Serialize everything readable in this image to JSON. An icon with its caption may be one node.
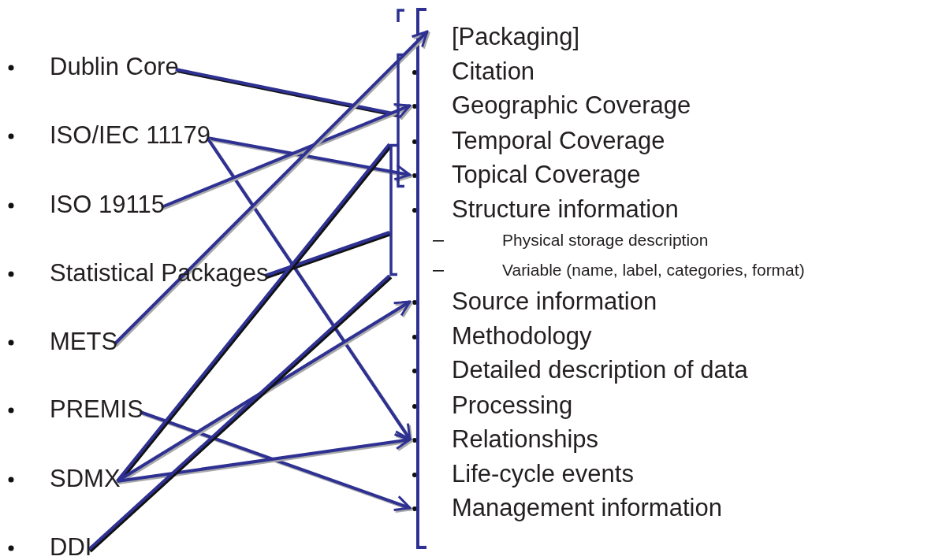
{
  "diagram": {
    "nodes": [
      {
        "text": [
          "Dublin Core"
        ]
      },
      {
        "text": [
          "ISO/IEC 11179"
        ]
      },
      {
        "text": [
          "ISO 19115"
        ]
      },
      {
        "text": [
          "Statistical Packages"
        ]
      },
      {
        "text": [
          "METS"
        ]
      },
      {
        "text": [
          "PREMIS"
        ]
      },
      {
        "text": [
          "SDMX"
        ]
      },
      {
        "text": [
          "DDI"
        ]
      },
      {
        "text": [
          "[Packaging]"
        ]
      },
      {
        "text": [
          "Citation"
        ]
      },
      {
        "text": [
          "Geographic Coverage"
        ]
      },
      {
        "text": [
          "Temporal Coverage"
        ]
      },
      {
        "text": [
          "Topical Coverage"
        ]
      },
      {
        "text": [
          "Structure information"
        ]
      },
      {
        "text": [
          "Physical storage description"
        ]
      },
      {
        "text": [
          "Variable (name, label, categories, format)"
        ]
      },
      {
        "text": [
          "Source information"
        ]
      },
      {
        "text": [
          "Methodology"
        ]
      },
      {
        "text": [
          "Detailed description of data"
        ]
      },
      {
        "text": [
          "Processing"
        ]
      },
      {
        "text": [
          "Relationships"
        ]
      },
      {
        "text": [
          "Life-cycle events"
        ]
      },
      {
        "text": [
          "Management information"
        ]
      },
      {
        "text": [],
        "shape": "bracket"
      },
      {
        "text": [],
        "shape": "bracket"
      }
    ],
    "edges": [
      {
        "from": 0,
        "to": 23,
        "arrow": "none"
      },
      {
        "from": 1,
        "to": 12,
        "arrow": "to"
      },
      {
        "from": 1,
        "to": 20,
        "arrow": "to"
      },
      {
        "from": 2,
        "to": 10,
        "arrow": "to"
      },
      {
        "from": 3,
        "to": 24,
        "arrow": "none"
      },
      {
        "from": 4,
        "to": 8,
        "arrow": "to"
      },
      {
        "from": 5,
        "to": 22,
        "arrow": "to"
      },
      {
        "from": 6,
        "to": 24,
        "arrow": "none"
      },
      {
        "from": 6,
        "to": 16,
        "arrow": "to"
      },
      {
        "from": 6,
        "to": 20,
        "arrow": "to"
      },
      {
        "from": 7,
        "to": 24,
        "arrow": "none"
      }
    ]
  }
}
